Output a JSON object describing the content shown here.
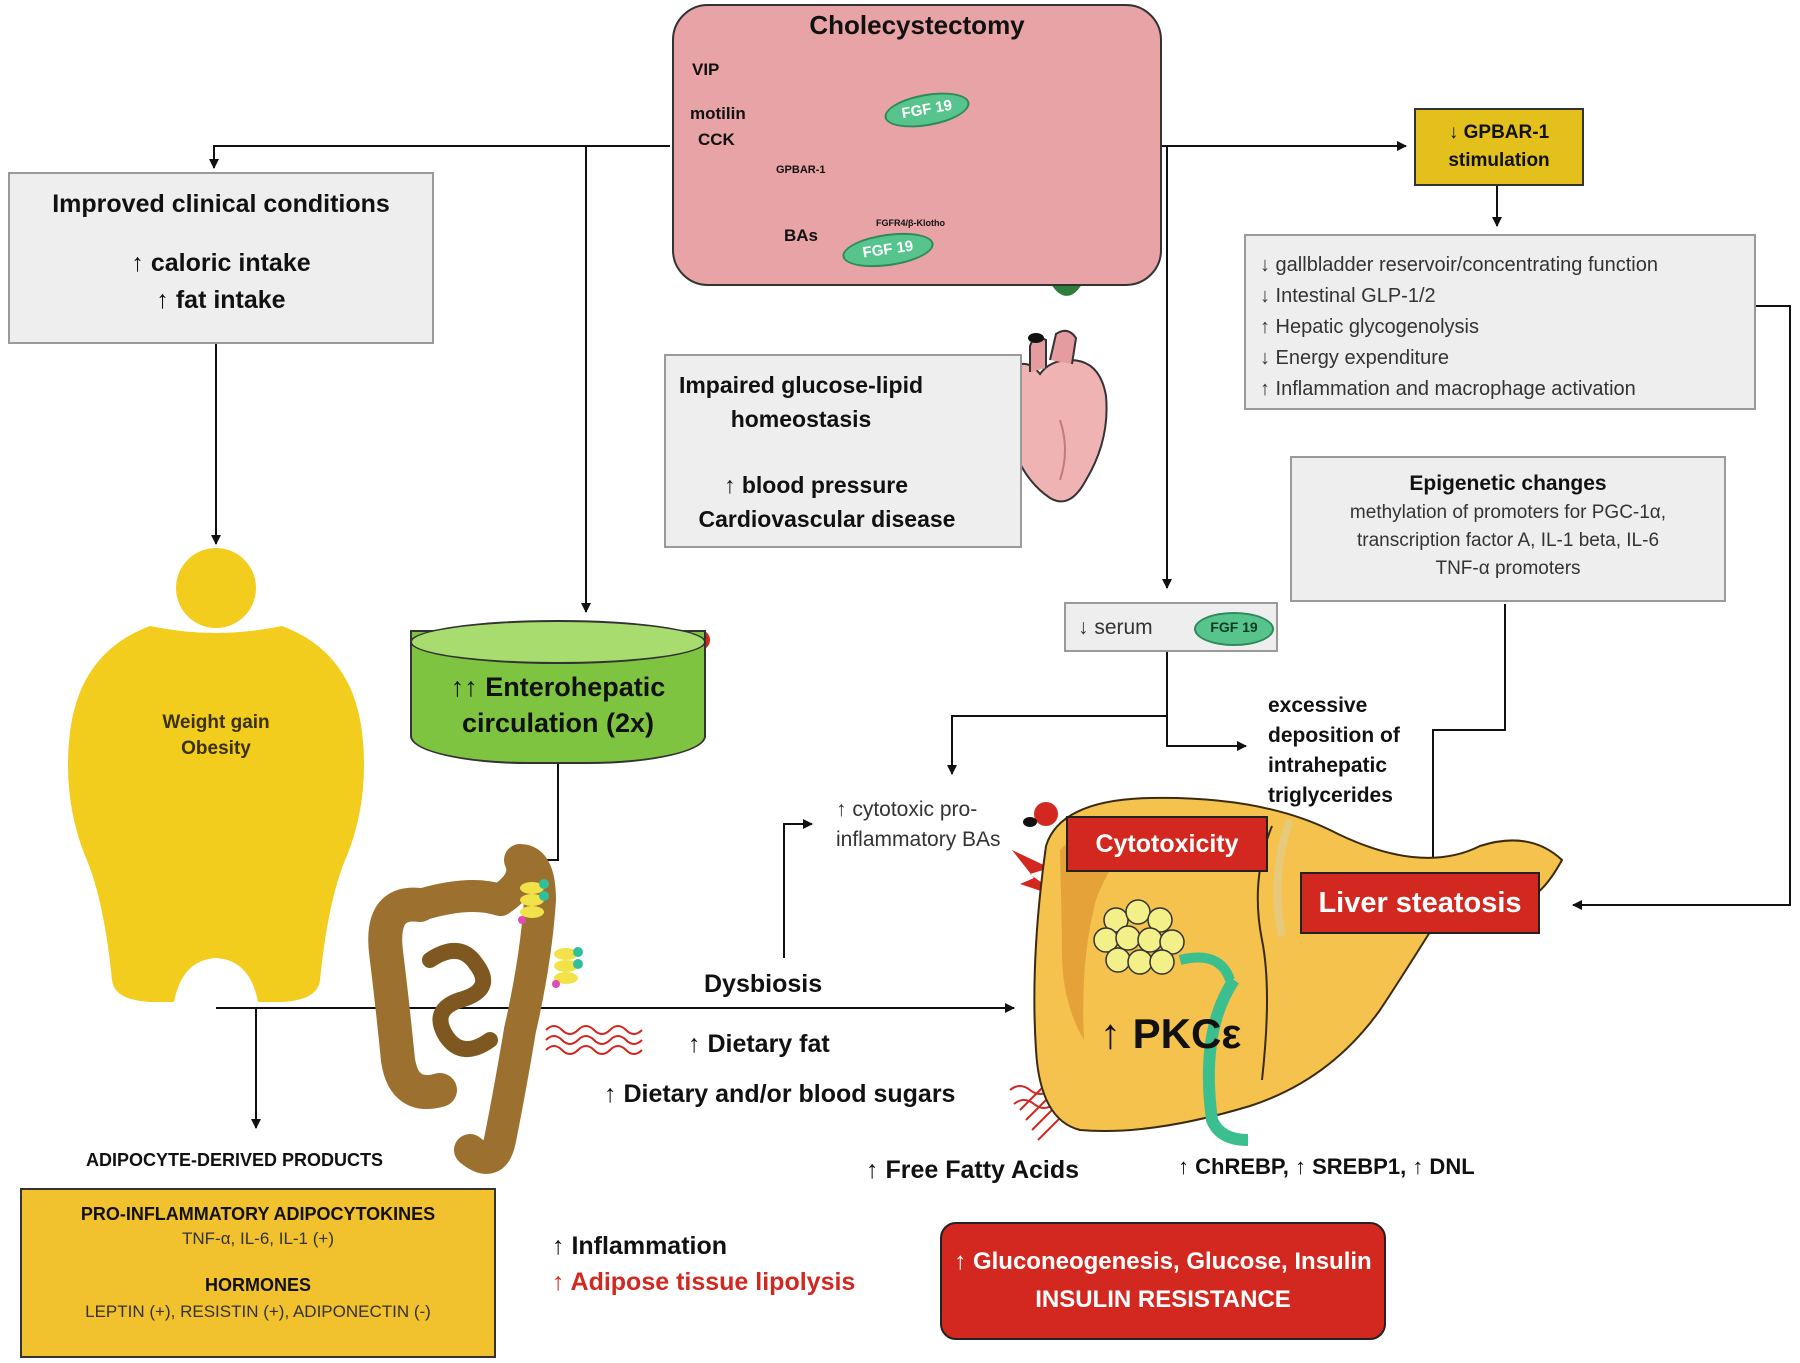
{
  "cholecystectomy": {
    "title": "Cholecystectomy",
    "vip": "VIP",
    "motilin": "motilin",
    "cck": "CCK",
    "gpbar": "GPBAR-1",
    "fgfr": "FGFR4/β-Klotho",
    "bas": "BAs",
    "fgf_a": "FGF 19",
    "fgf_b": "FGF 19"
  },
  "improved": {
    "title": "Improved clinical conditions",
    "line1": "↑ caloric intake",
    "line2": "↑ fat intake"
  },
  "gpbar_box": {
    "line1": "↓ GPBAR-1",
    "line2": "stimulation"
  },
  "effects": {
    "items": [
      "↓ gallbladder reservoir/concentrating function",
      "↓ Intestinal GLP-1/2",
      "↑ Hepatic glycogenolysis",
      "↓ Energy expenditure",
      "↑ Inflammation and macrophage activation"
    ]
  },
  "glucose_lipid": {
    "line1": "Impaired glucose-lipid",
    "line2": "homeostasis",
    "line3": "↑ blood pressure",
    "line4": "Cardiovascular disease"
  },
  "epigenetic": {
    "title": "Epigenetic changes",
    "line1": "methylation of promoters for PGC-1α,",
    "line2": "transcription factor A, IL-1 beta, IL-6",
    "line3": "TNF-α promoters"
  },
  "serum": {
    "label": "↓ serum",
    "fgf": "FGF 19"
  },
  "obesity": {
    "line1": "Weight gain",
    "line2": "Obesity"
  },
  "enterohepatic": {
    "line1": "↑↑ Enterohepatic",
    "line2": "circulation (2x)"
  },
  "triglycerides": {
    "line1": "excessive",
    "line2": "deposition of",
    "line3": "intrahepatic",
    "line4": "triglycerides"
  },
  "cytotoxic_bas": {
    "line1": "↑ cytotoxic pro-",
    "line2": "inflammatory BAs"
  },
  "cytotoxicity": "Cytotoxicity",
  "steatosis": "Liver steatosis",
  "pkc": "↑ PKCε",
  "dysbiosis": "Dysbiosis",
  "dietary_fat": "↑ Dietary fat",
  "dietary_sugars": "↑ Dietary and/or blood sugars",
  "ffa": "↑ Free Fatty Acids",
  "chrebp": "↑ ChREBP, ↑ SREBP1, ↑ DNL",
  "adipocyte_products": "ADIPOCYTE-DERIVED PRODUCTS",
  "adipo_box": {
    "title1": "PRO-INFLAMMATORY ADIPOCYTOKINES",
    "line1": "TNF-α, IL-6, IL-1 (+)",
    "title2": "HORMONES",
    "line2": "LEPTIN (+), RESISTIN (+), ADIPONECTIN (-)"
  },
  "inflammation": "↑ Inflammation",
  "lipolysis": "↑ Adipose tissue lipolysis",
  "insulin": {
    "line1": "↑ Gluconeogenesis, Glucose, Insulin",
    "line2": "INSULIN RESISTANCE"
  },
  "colors": {
    "red": "#d3281f",
    "yellow": "#f2c12e",
    "green": "#7fc441",
    "pink": "#e7a3a5",
    "grey": "#eeeeee",
    "liver": "#f5c24d",
    "intestine": "#9c7130"
  }
}
